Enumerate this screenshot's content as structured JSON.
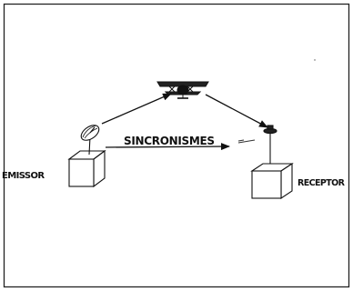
{
  "diagram": {
    "labels": {
      "emissor": "EMISSOR",
      "receptor": "RECEPTOR",
      "sincronismes": "SINCRONISMES"
    },
    "nodes": [
      {
        "id": "emissor",
        "icon": "dish-antenna-icon",
        "shape": "box"
      },
      {
        "id": "aircraft",
        "icon": "biplane-icon"
      },
      {
        "id": "receptor",
        "icon": "rotating-antenna-icon",
        "shape": "box"
      }
    ],
    "edges": [
      {
        "from": "emissor",
        "to": "aircraft"
      },
      {
        "from": "aircraft",
        "to": "receptor"
      },
      {
        "from": "emissor",
        "to": "receptor",
        "label": "SINCRONISMES"
      }
    ],
    "colors": {
      "line": "#111111",
      "background": "#ffffff"
    }
  }
}
